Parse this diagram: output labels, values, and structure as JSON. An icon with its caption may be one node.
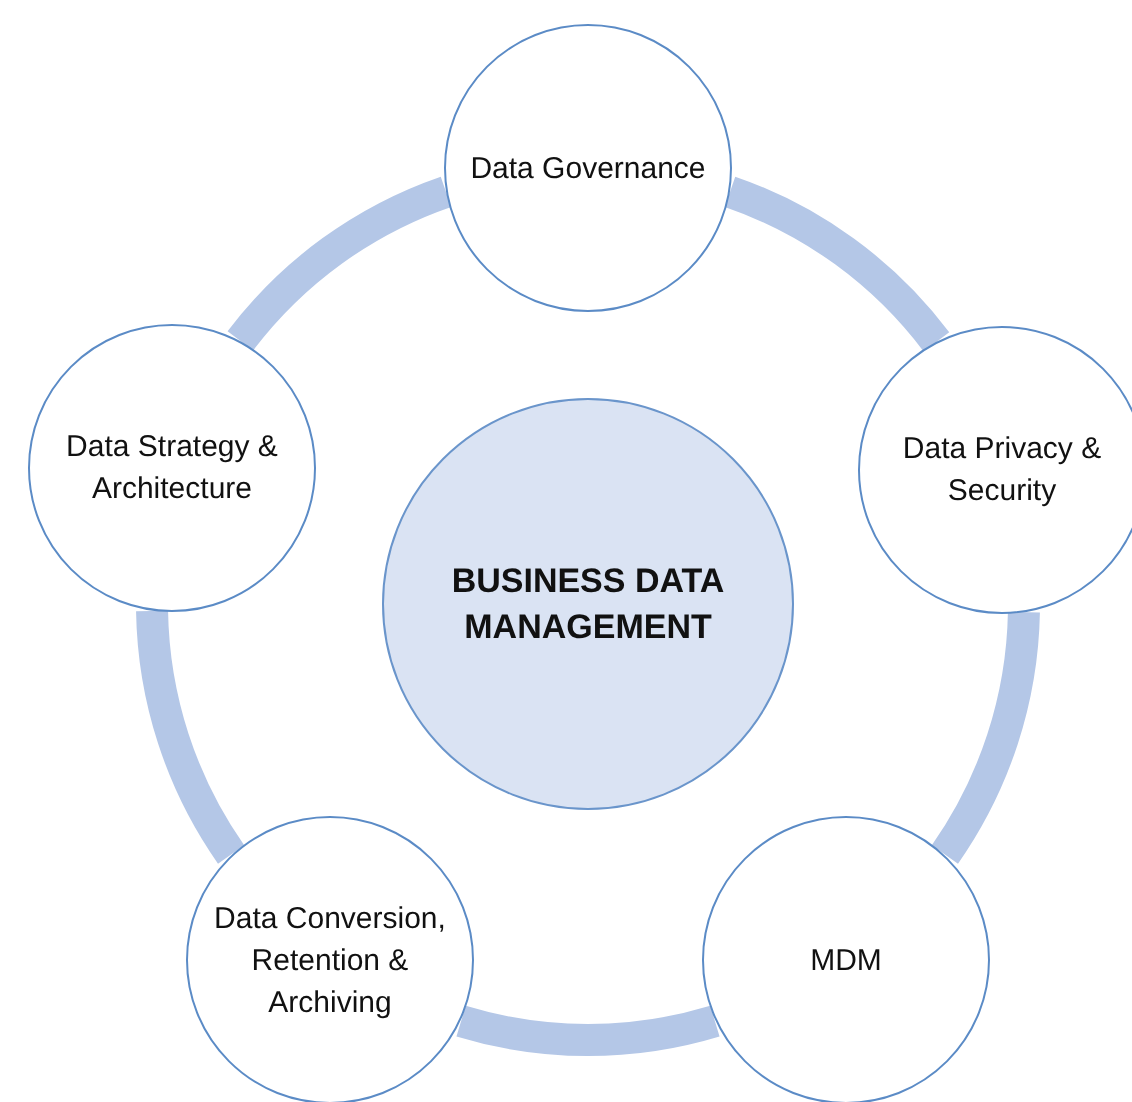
{
  "diagram": {
    "nodes": [
      {
        "text": [
          "BUSINESS DATA MANAGEMENT"
        ]
      },
      {
        "text": [
          "Data Governance"
        ]
      },
      {
        "text": [
          "Data Privacy & Security"
        ]
      },
      {
        "text": [
          "MDM"
        ]
      },
      {
        "text": [
          "Data Conversion, Retention & Archiving"
        ]
      },
      {
        "text": [
          "Data Strategy & Architecture"
        ]
      }
    ],
    "edges": [
      {
        "from": 1,
        "to": 2,
        "arrow": "none"
      },
      {
        "from": 2,
        "to": 3,
        "arrow": "none"
      },
      {
        "from": 3,
        "to": 4,
        "arrow": "none"
      },
      {
        "from": 4,
        "to": 5,
        "arrow": "none"
      },
      {
        "from": 5,
        "to": 1,
        "arrow": "none"
      }
    ]
  }
}
